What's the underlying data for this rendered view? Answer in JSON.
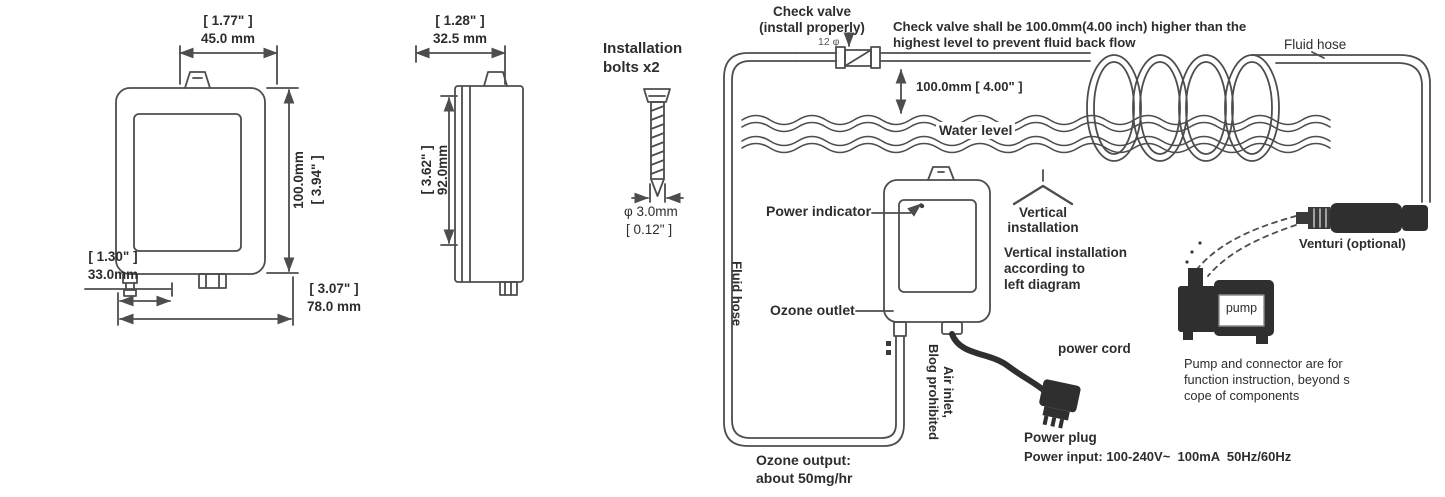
{
  "front": {
    "top_in": "[ 1.77\" ]",
    "top_mm": "45.0 mm",
    "height_mm": "100.0mm",
    "height_in": "[ 3.94\" ]",
    "left_in": "[ 1.30\" ]",
    "left_mm": "33.0mm",
    "bottom_in": "[ 3.07\" ]",
    "bottom_mm": "78.0 mm"
  },
  "side": {
    "top_in": "[ 1.28\" ]",
    "top_mm": "32.5 mm",
    "height_in": "[ 3.62\" ]",
    "height_mm": "92.0mm"
  },
  "install": {
    "bolts_line1": "Installation",
    "bolts_line2": "bolts x2",
    "bolt_dia": "φ 3.0mm",
    "bolt_dia_in": "[ 0.12\" ]",
    "check_valve_line1": "Check valve",
    "check_valve_line2": "(install properly)",
    "check_valve_size": "12 φ",
    "note_line1": "Check valve shall be 100.0mm(4.00 inch) higher than the",
    "note_line2": "highest level to prevent fluid back flow",
    "offset": "100.0mm [ 4.00\" ]",
    "water_level": "Water level",
    "fluid_hose_top": "Fluid hose",
    "fluid_hose_left": "Fluid hose",
    "power_indicator": "Power indicator",
    "ozone_outlet": "Ozone outlet",
    "vert_label_line1": "Vertical",
    "vert_label_line2": "installation",
    "vert_note_line1": "Vertical installation",
    "vert_note_line2": "according to",
    "vert_note_line3": "left diagram",
    "air_inlet_line1": "Air inlet,",
    "air_inlet_line2": "Blog prohibited",
    "power_cord": "power cord",
    "power_plug": "Power plug",
    "power_input": "Power input: 100-240V~  100mA  50Hz/60Hz",
    "venturi": "Venturi (optional)",
    "pump": "pump",
    "pump_note_line1": "Pump and connector are for",
    "pump_note_line2": "function instruction, beyond s",
    "pump_note_line3": "cope of components",
    "ozone_output_line1": "Ozone output:",
    "ozone_output_line2": "about 50mg/hr"
  }
}
